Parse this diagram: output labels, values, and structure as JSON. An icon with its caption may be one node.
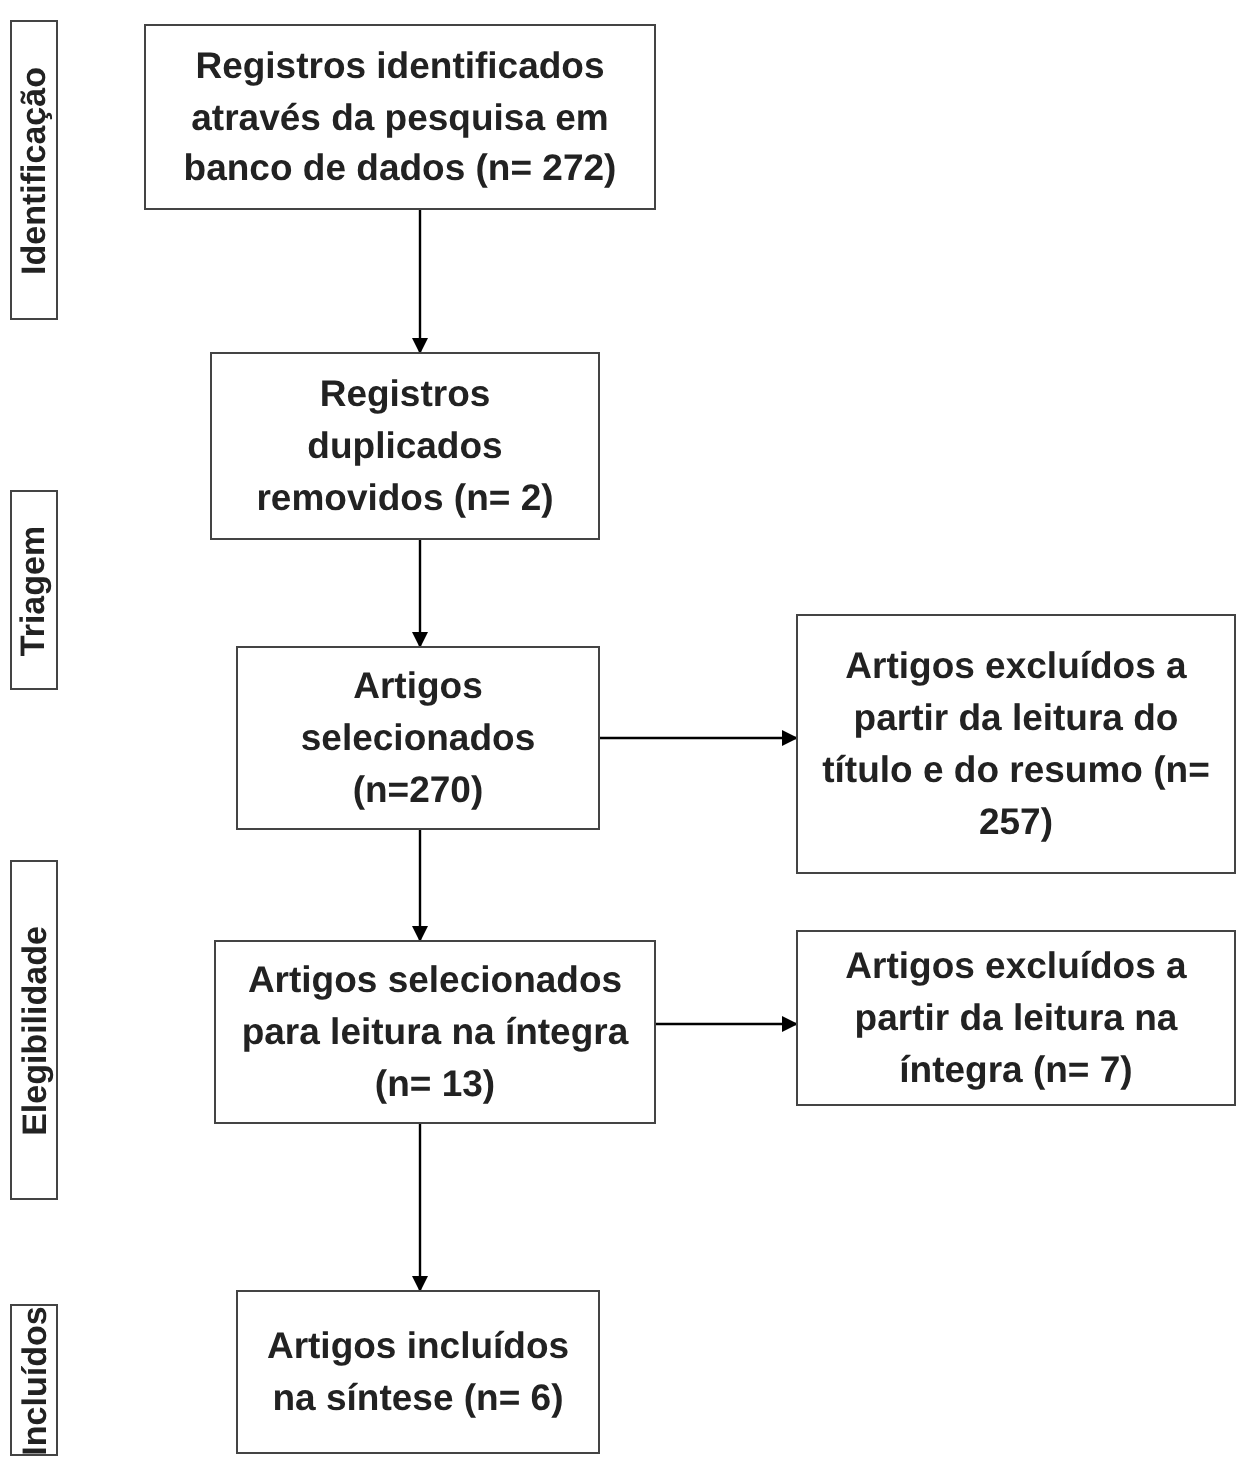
{
  "diagram": {
    "nodes": [
      {
        "text": [
          "Identificação"
        ]
      },
      {
        "text": [
          "Registros identificados através da pesquisa em banco de dados (n= 272)"
        ]
      },
      {
        "text": [
          "Registros duplicados removidos (n= 2)"
        ]
      },
      {
        "text": [
          "Triagem"
        ]
      },
      {
        "text": [
          "Artigos selecionados (n=270)"
        ]
      },
      {
        "text": [
          "Artigos excluídos a partir da leitura do título e do resumo (n= 257)"
        ]
      },
      {
        "text": [
          "Elegibilidade"
        ]
      },
      {
        "text": [
          "Artigos selecionados para leitura na íntegra (n= 13)"
        ]
      },
      {
        "text": [
          "Artigos excluídos a partir da leitura na íntegra (n= 7)"
        ]
      },
      {
        "text": [
          "Incluídos"
        ]
      },
      {
        "text": [
          "Artigos incluídos na síntese (n= 6)"
        ]
      }
    ],
    "edges": [
      {
        "from": 1,
        "to": 2,
        "arrow": "to"
      },
      {
        "from": 2,
        "to": 4,
        "arrow": "to"
      },
      {
        "from": 4,
        "to": 5,
        "arrow": "to"
      },
      {
        "from": 4,
        "to": 7,
        "arrow": "to"
      },
      {
        "from": 7,
        "to": 8,
        "arrow": "to"
      },
      {
        "from": 7,
        "to": 10,
        "arrow": "to"
      }
    ]
  }
}
